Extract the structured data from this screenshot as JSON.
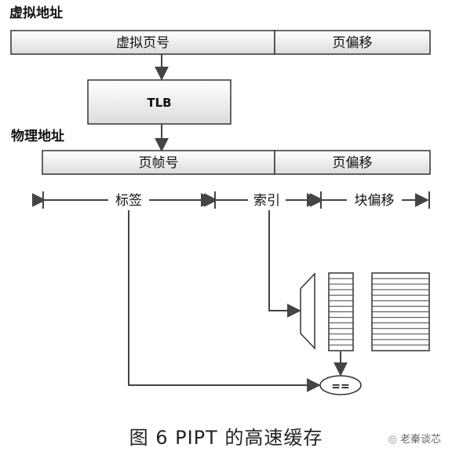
{
  "virtual_address": {
    "title": "虚拟地址",
    "vpn_label": "虚拟页号",
    "offset_label": "页偏移"
  },
  "tlb": {
    "label": "TLB"
  },
  "physical_address": {
    "title": "物理地址",
    "pfn_label": "页帧号",
    "offset_label": "页偏移"
  },
  "fields": {
    "tag_label": "标签",
    "index_label": "索引",
    "block_offset_label": "块偏移"
  },
  "comparator": {
    "label": "=="
  },
  "caption": "图 6 PIPT 的高速缓存",
  "watermark": {
    "text": "老秦谈芯",
    "icon": "wechat-icon"
  }
}
